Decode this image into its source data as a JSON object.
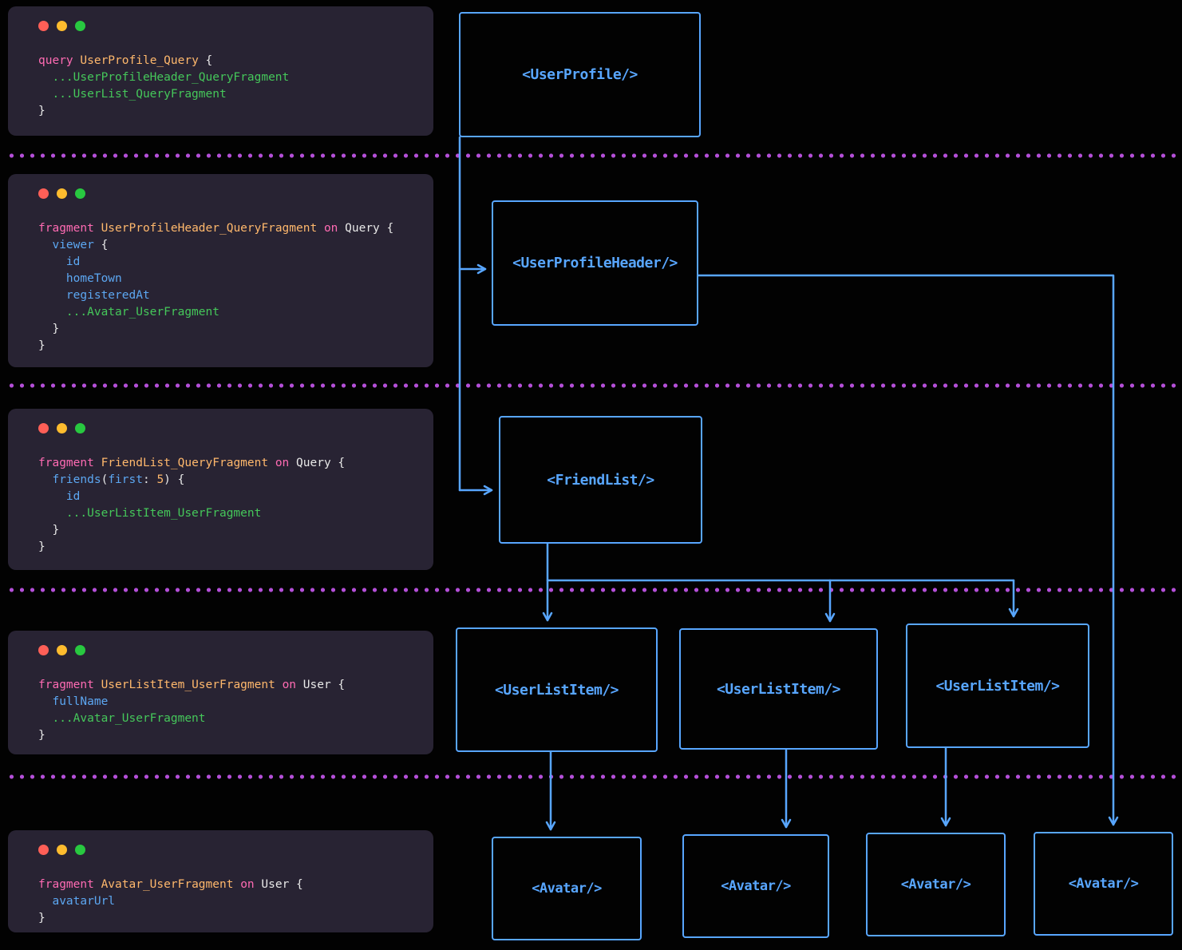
{
  "colors": {
    "background": "#020202",
    "panel_background": "#282333",
    "accent_blue": "#58a6ff",
    "separator_purple": "#b44fd8",
    "traffic_red": "#ff5f57",
    "traffic_yellow": "#febc2e",
    "traffic_green": "#28c840",
    "syntax_keyword": "#ff6bb3",
    "syntax_name": "#ffb86c",
    "syntax_type": "#e8e8e8",
    "syntax_field": "#5ca7f2",
    "syntax_spread": "#45c75a",
    "syntax_number": "#ffb86c",
    "syntax_plain": "#e8e8e8"
  },
  "panels": [
    {
      "name": "query-userprofile-panel",
      "lines": [
        [
          [
            "kw",
            "query"
          ],
          [
            "pl",
            " "
          ],
          [
            "nm",
            "UserProfile_Query"
          ],
          [
            "pl",
            " {"
          ]
        ],
        [
          [
            "sp",
            "  ...UserProfileHeader_QueryFragment"
          ]
        ],
        [
          [
            "sp",
            "  ...UserList_QueryFragment"
          ]
        ],
        [
          [
            "pl",
            "}"
          ]
        ]
      ]
    },
    {
      "name": "fragment-userprofileheader-panel",
      "lines": [
        [
          [
            "kw",
            "fragment"
          ],
          [
            "pl",
            " "
          ],
          [
            "nm",
            "UserProfileHeader_QueryFragment"
          ],
          [
            "pl",
            " "
          ],
          [
            "kw",
            "on"
          ],
          [
            "pl",
            " "
          ],
          [
            "ty",
            "Query"
          ],
          [
            "pl",
            " {"
          ]
        ],
        [
          [
            "fd",
            "  viewer"
          ],
          [
            "pl",
            " {"
          ]
        ],
        [
          [
            "fd",
            "    id"
          ]
        ],
        [
          [
            "fd",
            "    homeTown"
          ]
        ],
        [
          [
            "fd",
            "    registeredAt"
          ]
        ],
        [
          [
            "sp",
            "    ...Avatar_UserFragment"
          ]
        ],
        [
          [
            "pl",
            "  }"
          ]
        ],
        [
          [
            "pl",
            "}"
          ]
        ]
      ]
    },
    {
      "name": "fragment-friendlist-panel",
      "lines": [
        [
          [
            "kw",
            "fragment"
          ],
          [
            "pl",
            " "
          ],
          [
            "nm",
            "FriendList_QueryFragment"
          ],
          [
            "pl",
            " "
          ],
          [
            "kw",
            "on"
          ],
          [
            "pl",
            " "
          ],
          [
            "ty",
            "Query"
          ],
          [
            "pl",
            " {"
          ]
        ],
        [
          [
            "fd",
            "  friends"
          ],
          [
            "pl",
            "("
          ],
          [
            "fd",
            "first"
          ],
          [
            "pl",
            ": "
          ],
          [
            "nu",
            "5"
          ],
          [
            "pl",
            ") {"
          ]
        ],
        [
          [
            "fd",
            "    id"
          ]
        ],
        [
          [
            "sp",
            "    ...UserListItem_UserFragment"
          ]
        ],
        [
          [
            "pl",
            "  }"
          ]
        ],
        [
          [
            "pl",
            "}"
          ]
        ]
      ]
    },
    {
      "name": "fragment-userlistitem-panel",
      "lines": [
        [
          [
            "kw",
            "fragment"
          ],
          [
            "pl",
            " "
          ],
          [
            "nm",
            "UserListItem_UserFragment"
          ],
          [
            "pl",
            " "
          ],
          [
            "kw",
            "on"
          ],
          [
            "pl",
            " "
          ],
          [
            "ty",
            "User"
          ],
          [
            "pl",
            " {"
          ]
        ],
        [
          [
            "fd",
            "  fullName"
          ]
        ],
        [
          [
            "sp",
            "  ...Avatar_UserFragment"
          ]
        ],
        [
          [
            "pl",
            "}"
          ]
        ]
      ]
    },
    {
      "name": "fragment-avatar-panel",
      "lines": [
        [
          [
            "kw",
            "fragment"
          ],
          [
            "pl",
            " "
          ],
          [
            "nm",
            "Avatar_UserFragment"
          ],
          [
            "pl",
            " "
          ],
          [
            "kw",
            "on"
          ],
          [
            "pl",
            " "
          ],
          [
            "ty",
            "User"
          ],
          [
            "pl",
            " {"
          ]
        ],
        [
          [
            "fd",
            "  avatarUrl"
          ]
        ],
        [
          [
            "pl",
            "}"
          ]
        ]
      ]
    }
  ],
  "nodes": [
    {
      "id": "user-profile",
      "label": "<UserProfile/>"
    },
    {
      "id": "user-profile-header",
      "label": "<UserProfileHeader/>"
    },
    {
      "id": "friend-list",
      "label": "<FriendList/>"
    },
    {
      "id": "user-list-item-1",
      "label": "<UserListItem/>"
    },
    {
      "id": "user-list-item-2",
      "label": "<UserListItem/>"
    },
    {
      "id": "user-list-item-3",
      "label": "<UserListItem/>"
    },
    {
      "id": "avatar-1",
      "label": "<Avatar/>"
    },
    {
      "id": "avatar-2",
      "label": "<Avatar/>"
    },
    {
      "id": "avatar-3",
      "label": "<Avatar/>"
    },
    {
      "id": "avatar-4",
      "label": "<Avatar/>"
    }
  ]
}
